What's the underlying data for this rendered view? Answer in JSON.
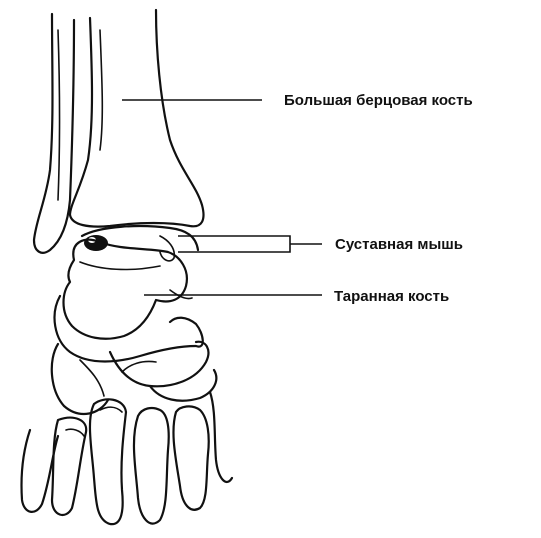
{
  "labels": {
    "tibia": "Большая берцовая кость",
    "loose_body": "Суставная мышь",
    "talus": "Таранная кость"
  },
  "colors": {
    "ink": "#111111",
    "background": "#ffffff"
  }
}
